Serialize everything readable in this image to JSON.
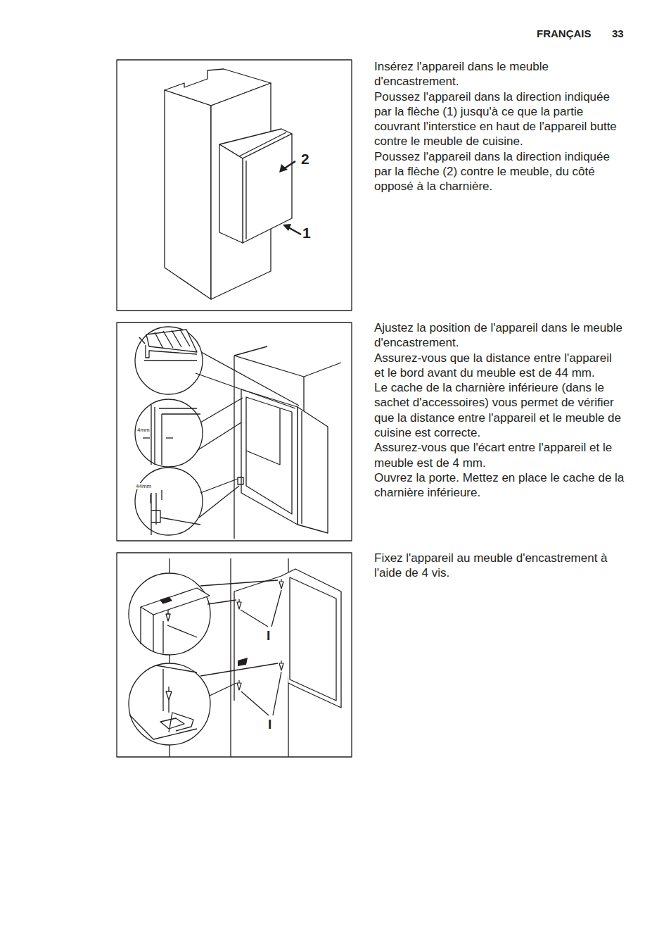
{
  "diagram": {
    "labels": [
      "FRANÇAIS",
      "33",
      "2",
      "1",
      "Insérez l'appareil dans le meuble d'encastrement.",
      "Poussez l'appareil dans la direction indiquée par la flèche (1) jusqu'à ce que la partie couvrant l'interstice en haut de l'appareil butte contre le meuble de cuisine.",
      "Poussez l'appareil dans la direction indiquée par la flèche (2) contre le meuble, du côté opposé à la charnière.",
      "4mm",
      "44mm",
      "Ajustez la position de l'appareil dans le meuble d'encastrement.",
      "Assurez-vous que la distance entre l'appareil et le bord avant du meuble est de 44 mm.",
      "Le cache de la charnière inférieure (dans le sachet d'accessoires) vous permet de vérifier que la distance entre l'appareil et le meuble de cuisine est correcte.",
      "Assurez-vous que l'écart entre l'appareil et le meuble est de 4 mm.",
      "Ouvrez la porte. Mettez en place le cache de la charnière inférieure.",
      "I",
      "I",
      "Fixez l'appareil au meuble d'encastrement à l'aide de 4 vis."
    ]
  }
}
